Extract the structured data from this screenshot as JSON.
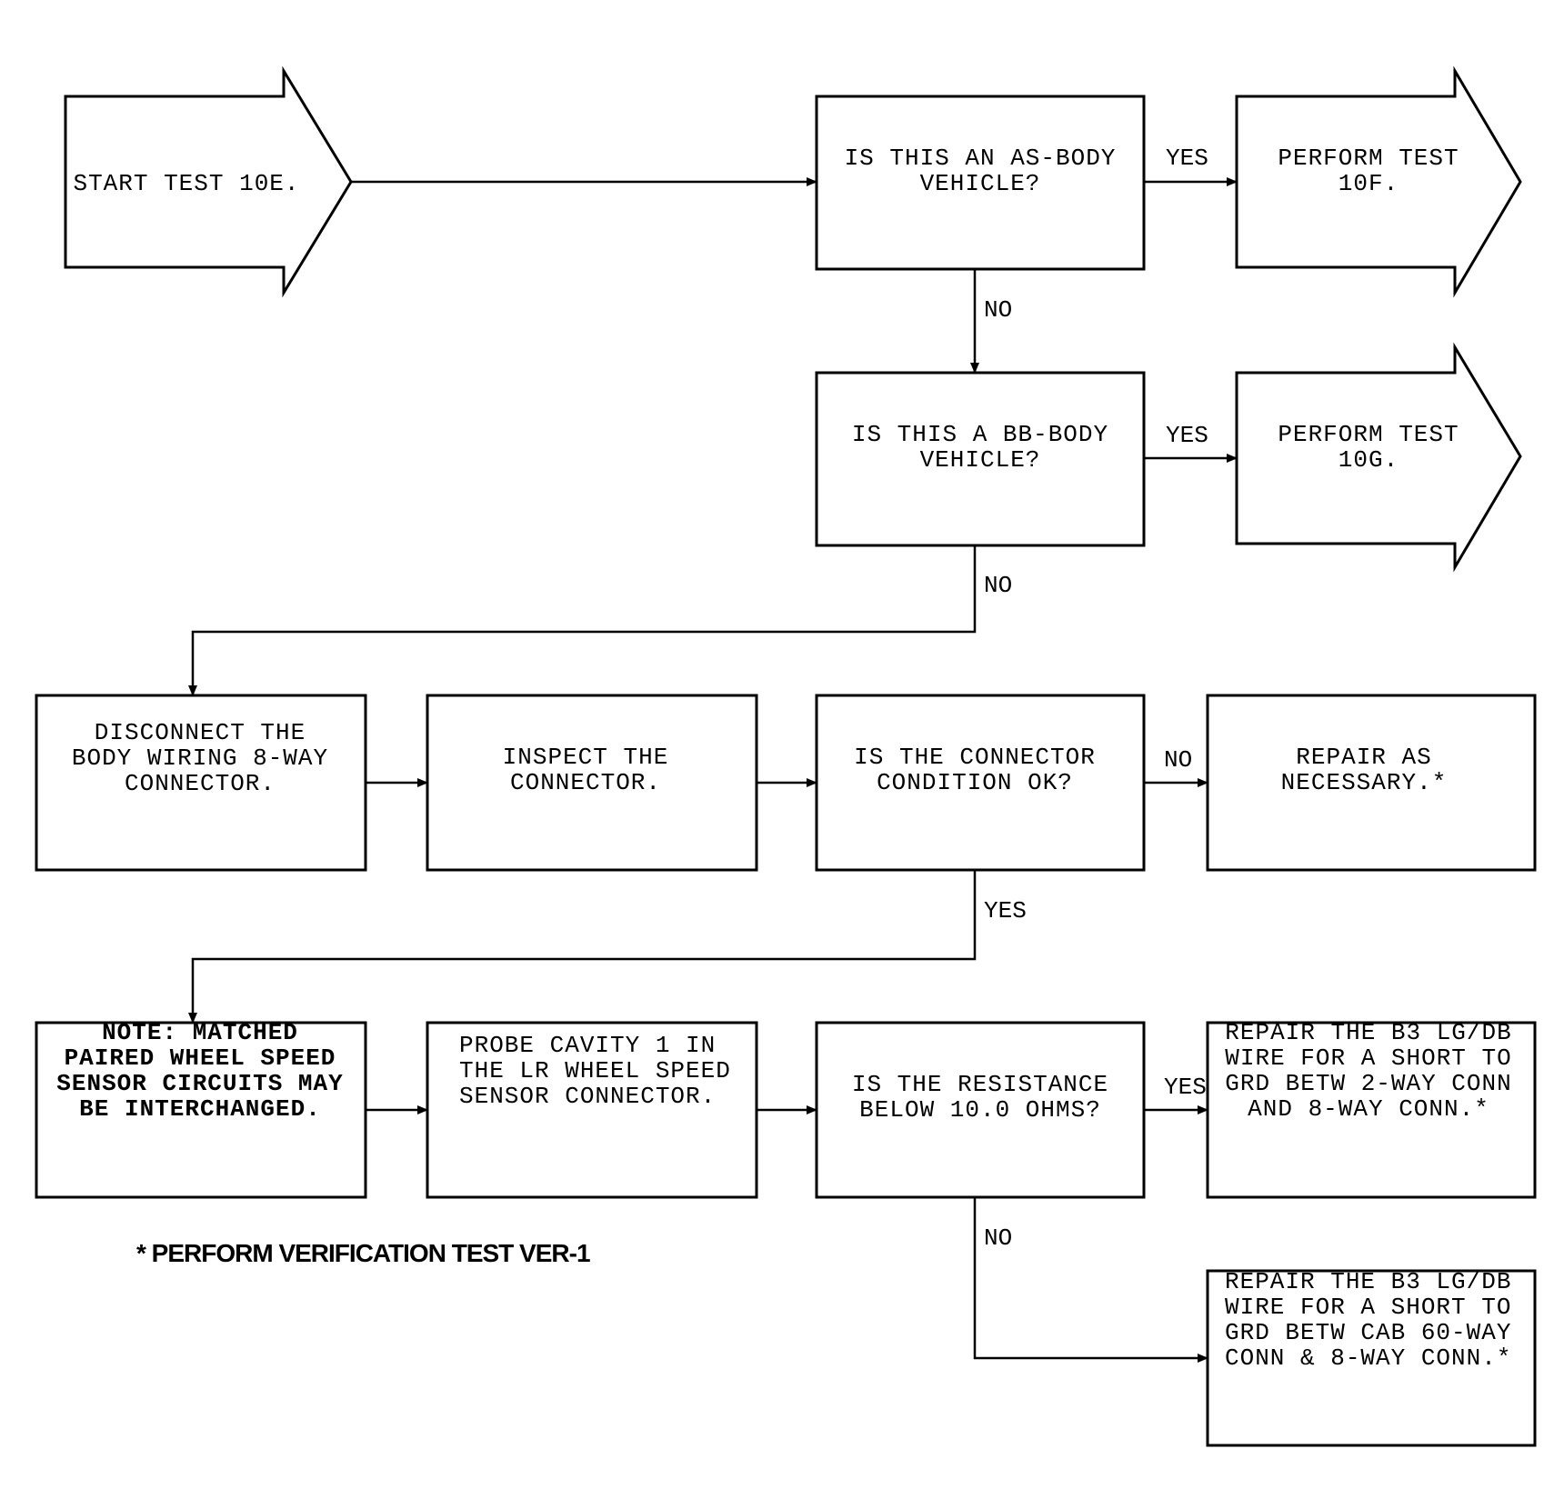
{
  "nodes": {
    "start": {
      "lines": [
        "START TEST 10E."
      ]
    },
    "q_as_body": {
      "lines": [
        "IS THIS AN AS-BODY",
        "VEHICLE?"
      ]
    },
    "test_10f": {
      "lines": [
        "PERFORM TEST",
        "10F."
      ]
    },
    "q_bb_body": {
      "lines": [
        "IS THIS A BB-BODY",
        "VEHICLE?"
      ]
    },
    "test_10g": {
      "lines": [
        "PERFORM TEST",
        "10G."
      ]
    },
    "disconnect": {
      "lines": [
        "DISCONNECT THE",
        "BODY WIRING 8-WAY",
        "CONNECTOR."
      ]
    },
    "inspect": {
      "lines": [
        "INSPECT THE",
        "CONNECTOR."
      ]
    },
    "q_connector": {
      "lines": [
        "IS THE CONNECTOR",
        "CONDITION OK?"
      ]
    },
    "repair_necessary": {
      "lines": [
        "REPAIR AS",
        "NECESSARY.*"
      ]
    },
    "note": {
      "lines": [
        "NOTE:  MATCHED",
        "PAIRED WHEEL SPEED",
        "SENSOR CIRCUITS MAY",
        "BE INTERCHANGED."
      ]
    },
    "probe": {
      "lines": [
        "PROBE CAVITY 1 IN",
        "THE LR WHEEL SPEED",
        "SENSOR CONNECTOR."
      ]
    },
    "q_resistance": {
      "lines": [
        "IS THE RESISTANCE",
        "BELOW 10.0 OHMS?"
      ]
    },
    "repair_2way": {
      "lines": [
        "REPAIR THE B3 LG/DB",
        "WIRE FOR A SHORT TO",
        "GRD BETW 2-WAY CONN",
        "AND 8-WAY CONN.*"
      ]
    },
    "repair_60way": {
      "lines": [
        "REPAIR THE B3 LG/DB",
        "WIRE FOR A SHORT TO",
        "GRD BETW CAB 60-WAY",
        "CONN & 8-WAY CONN.*"
      ]
    }
  },
  "edges": {
    "as_yes": "YES",
    "as_no": "NO",
    "bb_yes": "YES",
    "bb_no": "NO",
    "conn_no": "NO",
    "conn_yes": "YES",
    "res_yes": "YES",
    "res_no": "NO"
  },
  "footnote": "* PERFORM VERIFICATION TEST VER-1"
}
